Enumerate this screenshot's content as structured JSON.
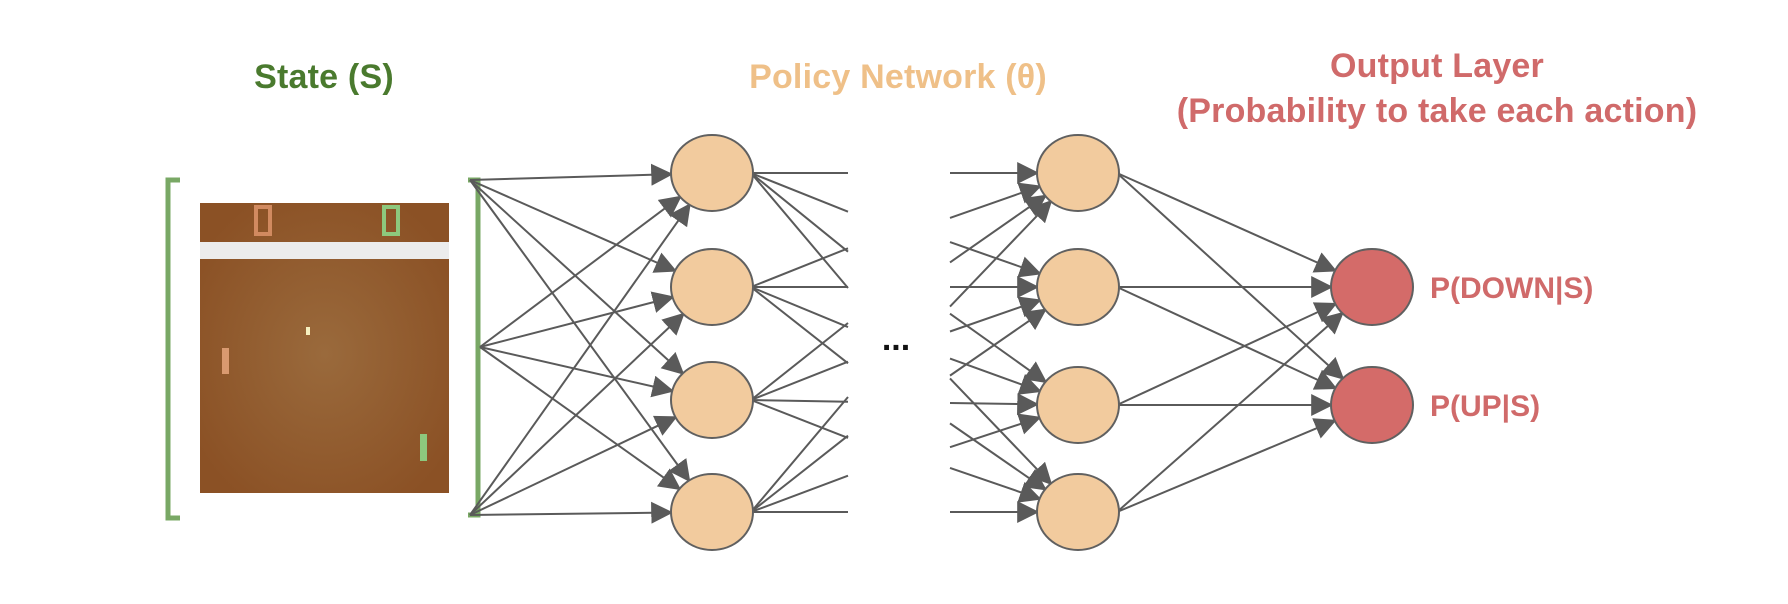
{
  "titles": {
    "state": "State (S)",
    "policy": "Policy Network (θ)",
    "output_line1": "Output Layer",
    "output_line2": "(Probability to take each action)"
  },
  "outputs": {
    "down": "P(DOWN|S)",
    "up": "P(UP|S)"
  },
  "ellipsis": "...",
  "colors": {
    "state_title": "#4a7a2e",
    "policy_title": "#efc088",
    "output_title": "#d06a6a",
    "bracket_green": "#79a865",
    "hidden_node_fill": "#f2cb9e",
    "output_node_fill": "#d46b69",
    "node_stroke": "#606060",
    "edge": "#5a5a5a",
    "court_brown": "#91572a",
    "court_wall": "#ececec",
    "paddle_orange": "#d18a60",
    "paddle_green": "#8dc87d",
    "ball": "#f6f0c0"
  },
  "icons": {
    "game_frame": "pong-screen-icon"
  }
}
